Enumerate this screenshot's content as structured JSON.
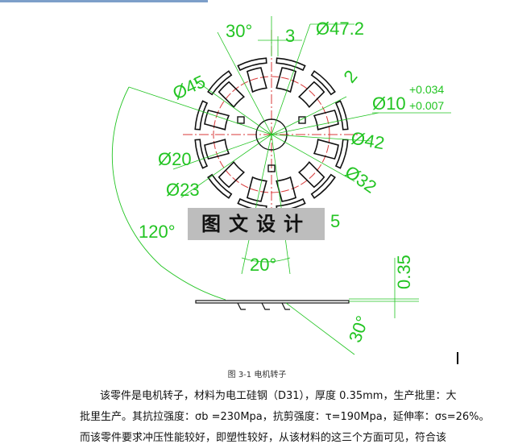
{
  "figure": {
    "dimensions": [
      "30°",
      "3",
      "Ø47.2",
      "2",
      "Ø10",
      "+0.034",
      "+0.007",
      "Ø45",
      "Ø42",
      "Ø20",
      "Ø23",
      "Ø32",
      "120°",
      "5",
      "20°",
      "0.35",
      "30°"
    ],
    "watermark": "图文设计",
    "caption": "图 3-1 电机转子",
    "colors": {
      "dimension": "#22c422",
      "centerline": "#d83a3a",
      "outline": "#111111"
    }
  },
  "body": {
    "lines": [
      "该零件是电机转子，材料为电工硅钢（D31），厚度 0.35mm，生产批里：大",
      "批里生产。其抗拉强度：σb =230Mpa，抗剪强度：τ=190Mpa，延伸率：σs=26%。",
      "而该零件要求冲压性能较好，即塑性较好，从该材料的这三个方面可见，符合该"
    ]
  }
}
